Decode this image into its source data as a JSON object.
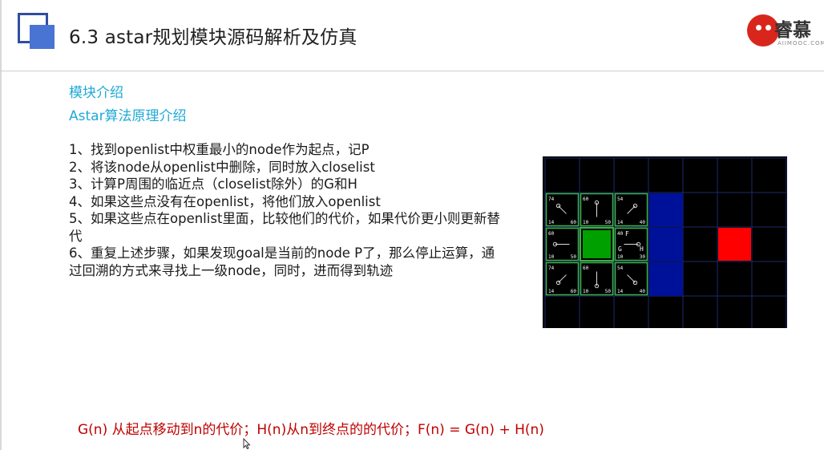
{
  "slide": {
    "title": "6.3 astar规划模块源码解析及仿真",
    "section": "模块介绍",
    "subsection": "Astar算法原理介绍"
  },
  "logo": {
    "brand_text": "睿慕",
    "sub_text": "AIIMOOC.COM",
    "brand_color": "#d9261c"
  },
  "colors": {
    "section_title": "#1ea9d6",
    "formula": "#c00000",
    "grid_background": "#000000",
    "grid_lines": "#1c2a6a",
    "start_node": "#00a000",
    "goal_node": "#ff0000",
    "wall": "#001199",
    "open_border": "#3cb043"
  },
  "steps": [
    "1、找到openlist中权重最小的node作为起点，记P",
    "2、将该node从openlist中删除，同时放入closelist",
    "3、计算P周围的临近点（closelist除外）的G和H",
    "4、如果这些点没有在openlist，将他们放入openlist",
    "5、如果这些点在openlist里面，比较他们的代价，如果代价更小则更新替代",
    "6、重复上述步骤，如果发现goal是当前的node P了，那么停止运算，通过回溯的方式来寻找上一级node，同时，进而得到轨迹"
  ],
  "formula": "G(n) 从起点移动到n的代价；H(n)从n到终点的的代价；F(n) = G(n) + H(n)",
  "grid": {
    "cols": 7,
    "rows": 5,
    "start": [
      1,
      2
    ],
    "goal": [
      5,
      2
    ],
    "walls": [
      [
        3,
        1
      ],
      [
        3,
        2
      ],
      [
        3,
        3
      ]
    ],
    "open_cells": [
      {
        "col": 0,
        "row": 1,
        "f": "74",
        "g": "14",
        "h": "60",
        "arrow": "se"
      },
      {
        "col": 1,
        "row": 1,
        "f": "60",
        "g": "10",
        "h": "50",
        "arrow": "s"
      },
      {
        "col": 2,
        "row": 1,
        "f": "54",
        "g": "14",
        "h": "40",
        "arrow": "sw"
      },
      {
        "col": 0,
        "row": 2,
        "f": "60",
        "g": "10",
        "h": "50",
        "arrow": "e"
      },
      {
        "col": 2,
        "row": 2,
        "f": "40",
        "g": "10",
        "h": "30",
        "arrow": "w"
      },
      {
        "col": 0,
        "row": 3,
        "f": "74",
        "g": "14",
        "h": "60",
        "arrow": "ne"
      },
      {
        "col": 1,
        "row": 3,
        "f": "60",
        "g": "10",
        "h": "50",
        "arrow": "n"
      },
      {
        "col": 2,
        "row": 3,
        "f": "54",
        "g": "14",
        "h": "40",
        "arrow": "nw"
      }
    ],
    "legend": {
      "f": "F",
      "g": "G",
      "h": "H"
    }
  }
}
